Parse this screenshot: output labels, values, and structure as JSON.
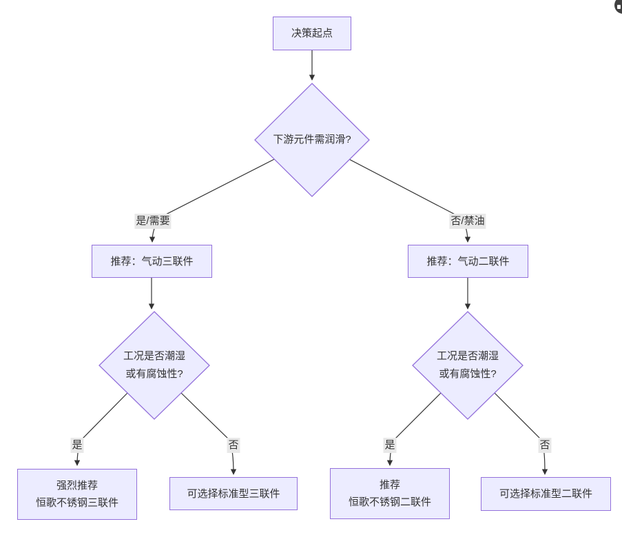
{
  "diagram": {
    "type": "flowchart-decision-tree",
    "direction": "top-down"
  },
  "colors": {
    "node_fill": "#ECECFF",
    "node_border": "#9370DB",
    "edge_color": "#333333",
    "edge_label_bg": "#e8e8e8",
    "text_color": "#333333",
    "background": "#ffffff",
    "corner_badge": "#414141"
  },
  "nodes": {
    "start": {
      "shape": "rect",
      "label": "决策起点"
    },
    "q_lubrication": {
      "shape": "diamond",
      "label": "下游元件需润滑?"
    },
    "rec_triple": {
      "shape": "rect",
      "label": "推荐：气动三联件"
    },
    "rec_duplex": {
      "shape": "rect",
      "label": "推荐：气动二联件"
    },
    "q_wet_left": {
      "shape": "diamond",
      "line1": "工况是否潮湿",
      "line2": "或有腐蚀性?"
    },
    "q_wet_right": {
      "shape": "diamond",
      "line1": "工况是否潮湿",
      "line2": "或有腐蚀性?"
    },
    "res_ss_triple": {
      "shape": "rect",
      "line1": "强烈推荐",
      "line2": "恒歌不锈钢三联件"
    },
    "res_std_triple": {
      "shape": "rect",
      "label": "可选择标准型三联件"
    },
    "res_ss_duplex": {
      "shape": "rect",
      "line1": "推荐",
      "line2": "恒歌不锈钢二联件"
    },
    "res_std_duplex": {
      "shape": "rect",
      "label": "可选择标准型二联件"
    }
  },
  "edge_labels": {
    "lubrication_yes": "是/需要",
    "lubrication_no": "否/禁油",
    "wet_left_yes": "是",
    "wet_left_no": "否",
    "wet_right_yes": "是",
    "wet_right_no": "否"
  }
}
